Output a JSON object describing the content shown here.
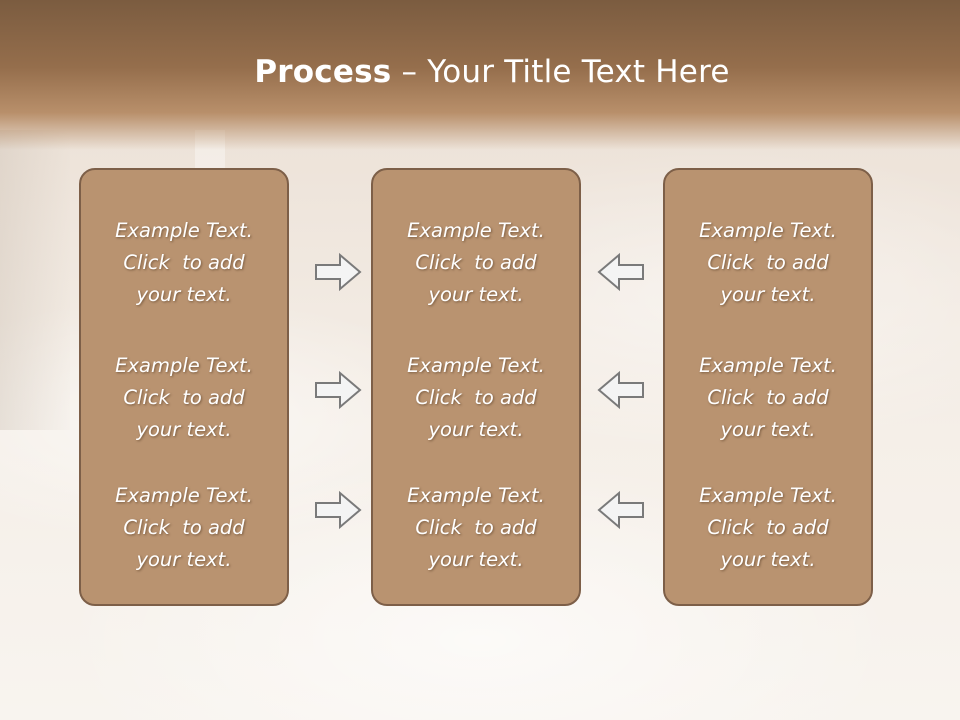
{
  "slide": {
    "title_bold": "Process",
    "title_rest": " – Your Title Text Here"
  },
  "columns": [
    {
      "items": [
        {
          "line1": "Example Text.",
          "line2": "Click  to add",
          "line3": "your text."
        },
        {
          "line1": "Example Text.",
          "line2": "Click  to add",
          "line3": "your text."
        },
        {
          "line1": "Example Text.",
          "line2": "Click  to add",
          "line3": "your text."
        }
      ]
    },
    {
      "items": [
        {
          "line1": "Example Text.",
          "line2": "Click  to add",
          "line3": "your text."
        },
        {
          "line1": "Example Text.",
          "line2": "Click  to add",
          "line3": "your text."
        },
        {
          "line1": "Example Text.",
          "line2": "Click  to add",
          "line3": "your text."
        }
      ]
    },
    {
      "items": [
        {
          "line1": "Example Text.",
          "line2": "Click  to add",
          "line3": "your text."
        },
        {
          "line1": "Example Text.",
          "line2": "Click  to add",
          "line3": "your text."
        },
        {
          "line1": "Example Text.",
          "line2": "Click  to add",
          "line3": "your text."
        }
      ]
    }
  ],
  "icons": {
    "right": "arrow-right-icon",
    "left": "arrow-left-icon"
  },
  "colors": {
    "header": "#956e4c",
    "panel_fill": "#b99370",
    "panel_border": "#7d5f48",
    "text": "#ffffff",
    "arrow_fill": "#f4f4f4",
    "arrow_stroke": "#7a7a7a"
  }
}
